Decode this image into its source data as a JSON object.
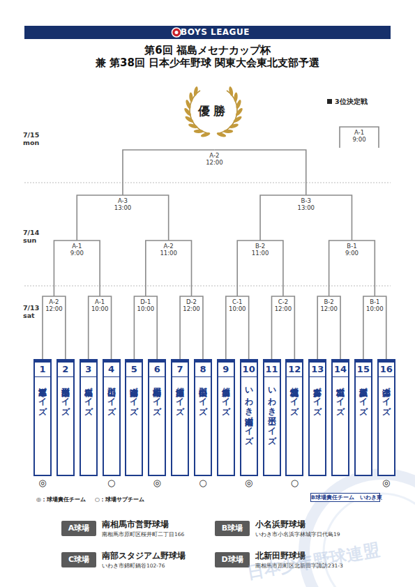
{
  "diagram": {
    "title": "第6回 福島メセナカップ杯",
    "nodes": [
      {
        "text": [
          "BOYS LEAGUE"
        ]
      },
      {
        "text": [
          "A-1",
          "9:00"
        ]
      },
      {
        "text": [
          "A-2",
          "12:00"
        ]
      },
      {
        "text": [
          "A-3",
          "13:00"
        ]
      },
      {
        "text": [
          "B-3",
          "13:00"
        ]
      },
      {
        "text": [
          "A-1",
          "9:00"
        ]
      },
      {
        "text": [
          "A-2",
          "11:00"
        ]
      },
      {
        "text": [
          "B-2",
          "11:00"
        ]
      },
      {
        "text": [
          "B-1",
          "9:00"
        ]
      },
      {
        "text": [
          "A-2",
          "12:00"
        ]
      },
      {
        "text": [
          "A-1",
          "10:00"
        ]
      },
      {
        "text": [
          "D-1",
          "10:00"
        ]
      },
      {
        "text": [
          "D-2",
          "12:00"
        ]
      },
      {
        "text": [
          "C-1",
          "10:00"
        ]
      },
      {
        "text": [
          "C-2",
          "12:00"
        ]
      },
      {
        "text": [
          "B-2",
          "12:00"
        ]
      },
      {
        "text": [
          "B-1",
          "10:00"
        ]
      },
      {
        "text": [
          "1",
          "寒河江ボーイズ"
        ]
      },
      {
        "text": [
          "2",
          "山形東部ボーイズ"
        ]
      },
      {
        "text": [
          "3",
          "福島ボーイズ"
        ]
      },
      {
        "text": [
          "4",
          "郡山ボーイズ"
        ]
      },
      {
        "text": [
          "5",
          "南会津ボーイズ"
        ]
      },
      {
        "text": [
          "6",
          "南相馬ボーイズ"
        ]
      },
      {
        "text": [
          "7",
          "仙台広瀬ボーイズ"
        ]
      },
      {
        "text": [
          "8",
          "郡山中央ボーイズ"
        ]
      },
      {
        "text": [
          "9",
          "仙台泉ボーイズ"
        ]
      },
      {
        "text": [
          "10",
          "いわき湘南ボーイズ"
        ]
      },
      {
        "text": [
          "11",
          "いわき平ボーイズ"
        ]
      },
      {
        "text": [
          "12",
          "宮城仙北ボーイズ"
        ]
      },
      {
        "text": [
          "13",
          "喜多方ボーイズ"
        ]
      },
      {
        "text": [
          "14",
          "宮城ボーイズ"
        ]
      },
      {
        "text": [
          "15",
          "多賀城ボーイズ"
        ]
      },
      {
        "text": [
          "16",
          "会津ボーイズ"
        ]
      },
      {
        "text": [
          "B球場責任チーム　いわき東"
        ]
      },
      {
        "text": [
          "A球場",
          "南相馬市営野球場",
          "南相馬市原町区桜井町二丁目166"
        ]
      },
      {
        "text": [
          "B球場",
          "小名浜野球場",
          "いわき市小名浜字林城字日代島19"
        ]
      },
      {
        "text": [
          "C球場",
          "南部スタジアム野球場",
          "いわき市錦町鍋谷102-76"
        ]
      },
      {
        "text": [
          "D球場",
          "北新田野球場",
          "南相馬市原町区北新田字諏訪231-3"
        ]
      }
    ],
    "edges": [
      {
        "from": 17,
        "to": 9,
        "arrow": "none"
      },
      {
        "from": 18,
        "to": 9,
        "arrow": "none"
      },
      {
        "from": 19,
        "to": 10,
        "arrow": "none"
      },
      {
        "from": 20,
        "to": 10,
        "arrow": "none"
      },
      {
        "from": 21,
        "to": 11,
        "arrow": "none"
      },
      {
        "from": 22,
        "to": 11,
        "arrow": "none"
      },
      {
        "from": 23,
        "to": 12,
        "arrow": "none"
      },
      {
        "from": 24,
        "to": 12,
        "arrow": "none"
      },
      {
        "from": 25,
        "to": 13,
        "arrow": "none"
      },
      {
        "from": 26,
        "to": 13,
        "arrow": "none"
      },
      {
        "from": 27,
        "to": 14,
        "arrow": "none"
      },
      {
        "from": 28,
        "to": 14,
        "arrow": "none"
      },
      {
        "from": 29,
        "to": 15,
        "arrow": "none"
      },
      {
        "from": 30,
        "to": 15,
        "arrow": "none"
      },
      {
        "from": 31,
        "to": 16,
        "arrow": "none"
      },
      {
        "from": 32,
        "to": 16,
        "arrow": "none"
      },
      {
        "from": 9,
        "to": 5,
        "arrow": "none"
      },
      {
        "from": 10,
        "to": 5,
        "arrow": "none"
      },
      {
        "from": 11,
        "to": 6,
        "arrow": "none"
      },
      {
        "from": 12,
        "to": 6,
        "arrow": "none"
      },
      {
        "from": 13,
        "to": 7,
        "arrow": "none"
      },
      {
        "from": 14,
        "to": 7,
        "arrow": "none"
      },
      {
        "from": 15,
        "to": 8,
        "arrow": "none"
      },
      {
        "from": 16,
        "to": 8,
        "arrow": "none"
      },
      {
        "from": 5,
        "to": 3,
        "arrow": "none"
      },
      {
        "from": 6,
        "to": 3,
        "arrow": "none"
      },
      {
        "from": 7,
        "to": 4,
        "arrow": "none"
      },
      {
        "from": 8,
        "to": 4,
        "arrow": "none"
      },
      {
        "from": 3,
        "to": 2,
        "arrow": "none"
      },
      {
        "from": 4,
        "to": 2,
        "arrow": "none"
      }
    ],
    "labels": [
      "兼 第38回 日本少年野球 関東大会東北支部予選",
      "3位決定戦",
      "優勝",
      "7/15 mon",
      "7/14 sun",
      "7/13 sat",
      "◎",
      "○",
      "◎",
      "○",
      "◎",
      "○",
      "◎",
      "日本少年野球連盟"
    ],
    "legend": [
      {
        "text": "◎：球場責任チーム"
      },
      {
        "text": "○：球場サブチーム"
      }
    ]
  }
}
